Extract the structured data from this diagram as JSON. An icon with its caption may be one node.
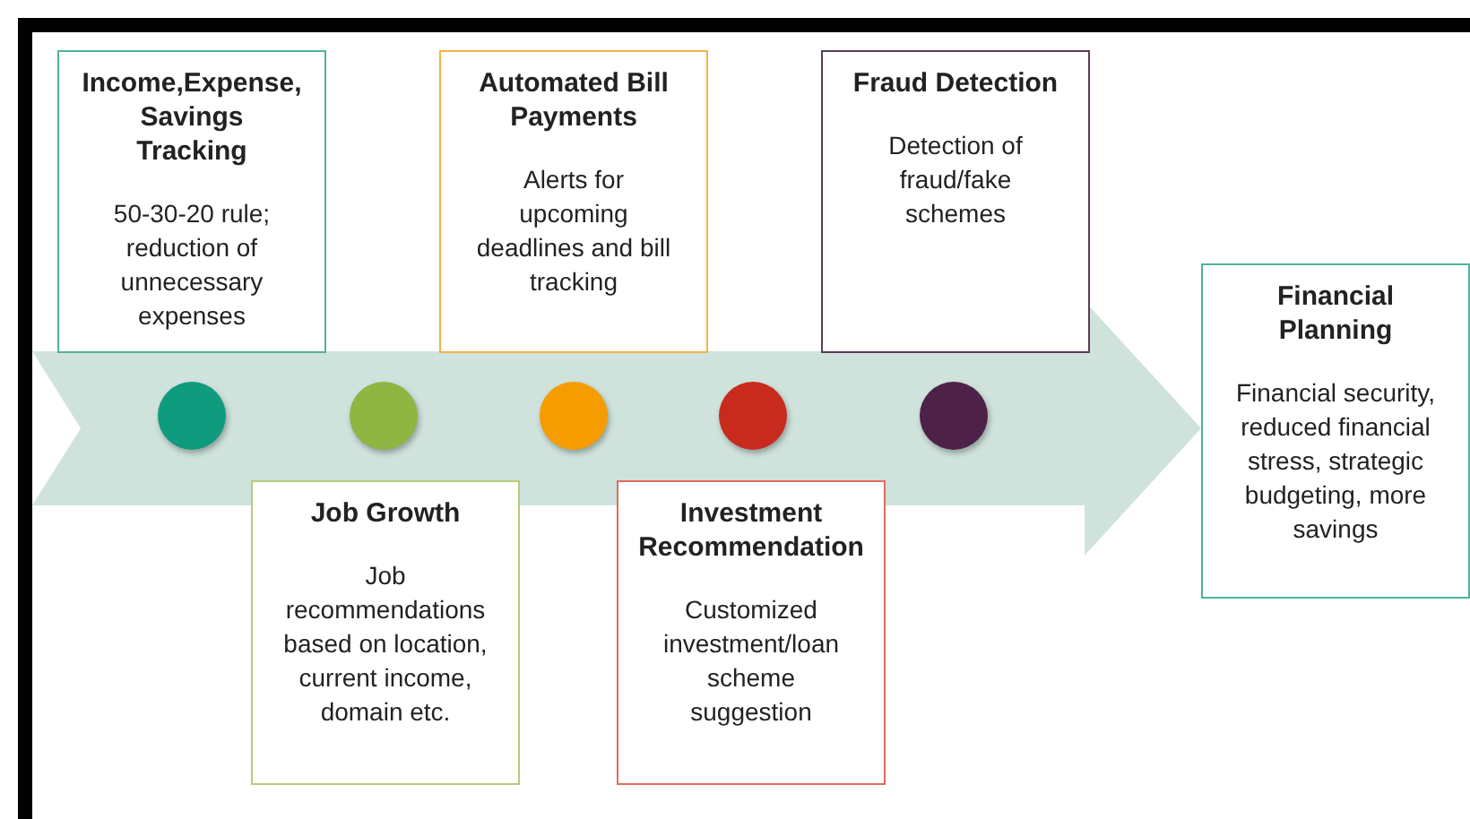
{
  "diagram": {
    "nodes": [
      {
        "text": [
          "Income,Expense, Savings Tracking",
          "50-30-20 rule; reduction of unnecessary expenses"
        ]
      },
      {
        "text": [
          "Job Growth",
          "Job recommendations based on location, current income, domain etc."
        ]
      },
      {
        "text": [
          "Automated Bill Payments",
          "Alerts for upcoming deadlines and bill tracking"
        ]
      },
      {
        "text": [
          "Investment Recommendation",
          "Customized investment/loan scheme suggestion"
        ]
      },
      {
        "text": [
          "Fraud Detection",
          "Detection of fraud/fake schemes"
        ]
      },
      {
        "text": [
          "Financial Planning",
          "Financial security, reduced financial stress, strategic budgeting, more savings"
        ]
      },
      {
        "text": [],
        "shape": "circle"
      },
      {
        "text": [],
        "shape": "circle"
      },
      {
        "text": [],
        "shape": "circle"
      },
      {
        "text": [],
        "shape": "circle"
      },
      {
        "text": [],
        "shape": "circle"
      }
    ],
    "edges": [
      {
        "from": null,
        "to": 5,
        "arrow": "to"
      }
    ]
  }
}
